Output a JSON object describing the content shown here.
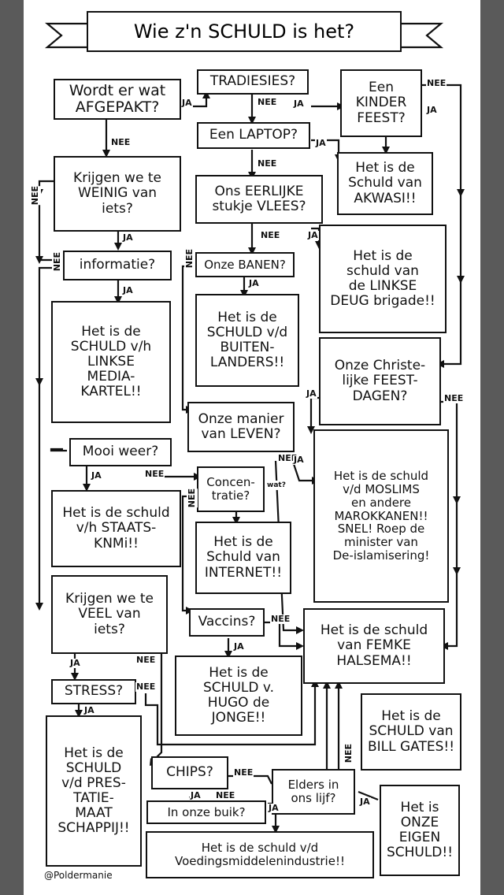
{
  "title": "Wie z'n SCHULD is het?",
  "credit": "@Poldermanie",
  "nodes": {
    "wordt": "Wordt er wat\nAFGEPAKT?",
    "tradiesies": "TRADIESIES?",
    "kinder": "Een\nKINDER\nFEEST?",
    "laptop": "Een LAPTOP?",
    "akwasi": "Het is de\nSchuld van\nAKWASI!!",
    "weinig": "Krijgen we te\nWEINIG van\niets?",
    "vlees": "Ons EERLIJKE\nstukje VLEES?",
    "linkse_deug": "Het is de\nschuld van\nde LINKSE\nDEUG brigade!!",
    "informatie": "informatie?",
    "banen": "Onze BANEN?",
    "mediakartel": "Het is de\nSCHULD v/h\nLINKSE\nMEDIA-\nKARTEL!!",
    "buitenlanders": "Het is de\nSCHULD v/d\nBUITEN-\nLANDERS!!",
    "feestdagen": "Onze Christe-\nlijke FEEST-\nDAGEN?",
    "leven": "Onze manier\nvan LEVEN?",
    "moslims": "Het is de schuld\nv/d MOSLIMS\nen andere\nMAROKKANEN!!\nSNEL! Roep de\nminister van\nDe-islamisering!",
    "mooiweer": "Mooi weer?",
    "concentratie": "Concen-\ntratie?",
    "knmi": "Het is de schuld\nv/h STAATS-\nKNMi!!",
    "internet": "Het is de\nSchuld van\nINTERNET!!",
    "veel": "Krijgen we te\nVEEL van\niets?",
    "vaccins": "Vaccins?",
    "femke": "Het is de schuld\nvan FEMKE\nHALSEMA!!",
    "hugo": "Het is de\nSCHULD v.\nHUGO de JONGE!!",
    "stress": "STRESS?",
    "billgates": "Het is de\nSCHULD van\nBILL GATES!!",
    "prestatie": "Het is de\nSCHULD\nv/d PRES-\nTATIE-\nMAAT\nSCHAPPIJ!!",
    "chips": "CHIPS?",
    "elders": "Elders in\nons lijf?",
    "buik": "In onze buik?",
    "eigen": "Het is\nONZE\nEIGEN\nSCHULD!!",
    "voedings": "Het is de schuld v/d\nVoedingsmiddelenindustrie!!"
  },
  "labels": {
    "ja": "JA",
    "nee": "NEE",
    "wat": "wat?"
  }
}
